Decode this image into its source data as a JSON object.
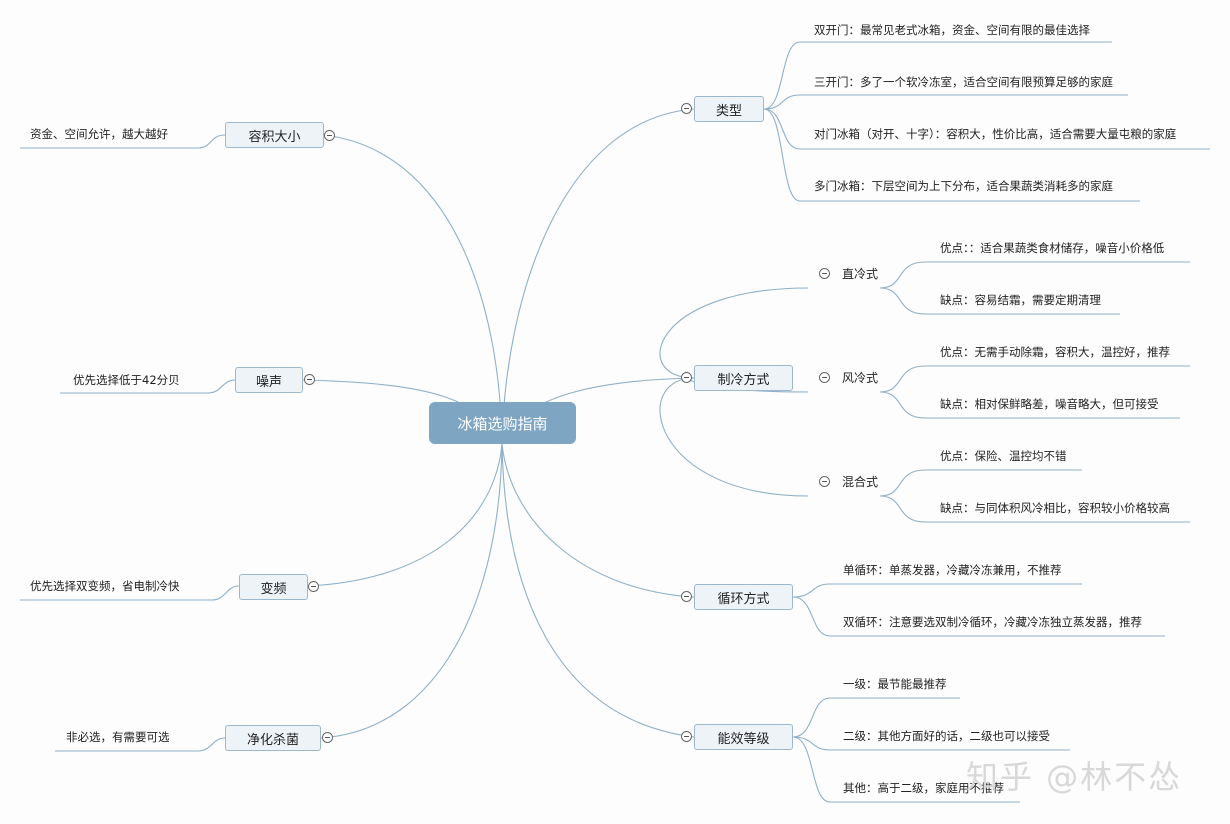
{
  "root": "冰箱选购指南",
  "left": {
    "capacity": {
      "label": "容积大小",
      "note": "资金、空间允许，越大越好"
    },
    "noise": {
      "label": "噪声",
      "note": "优先选择低于42分贝"
    },
    "inverter": {
      "label": "变频",
      "note": "优先选择双变频，省电制冷快"
    },
    "purify": {
      "label": "净化杀菌",
      "note": "非必选，有需要可选"
    }
  },
  "types": {
    "label": "类型",
    "items": [
      "双开门：最常见老式冰箱，资金、空间有限的最佳选择",
      "三开门：多了一个软冷冻室，适合空间有限预算足够的家庭",
      "对门冰箱（对开、十字）：容积大，性价比高，适合需要大量屯粮的家庭",
      "多门冰箱：下层空间为上下分布，适合果蔬类消耗多的家庭"
    ]
  },
  "cooling": {
    "label": "制冷方式",
    "direct": {
      "label": "直冷式",
      "pro": "优点：：适合果蔬类食材储存，噪音小价格低",
      "con": "缺点：容易结霜，需要定期清理"
    },
    "air": {
      "label": "风冷式",
      "pro": "优点：无需手动除霜，容积大，温控好，推荐",
      "con": "缺点：相对保鲜略差，噪音略大，但可接受"
    },
    "hybrid": {
      "label": "混合式",
      "pro": "优点：保险、温控均不错",
      "con": "缺点：与同体积风冷相比，容积较小价格较高"
    }
  },
  "cycle": {
    "label": "循环方式",
    "items": [
      "单循环：单蒸发器，冷藏冷冻兼用，不推荐",
      "双循环：注意要选双制冷循环，冷藏冷冻独立蒸发器，推荐"
    ]
  },
  "energy": {
    "label": "能效等级",
    "items": [
      "一级：最节能最推荐",
      "二级：其他方面好的话，二级也可以接受",
      "其他：高于二级，家庭用不推荐"
    ]
  },
  "watermark": "知乎 @林不怂",
  "colors": {
    "root": "#7ea6c2",
    "line": "#8fb0c8",
    "topic_bg": "#eef3f8"
  }
}
